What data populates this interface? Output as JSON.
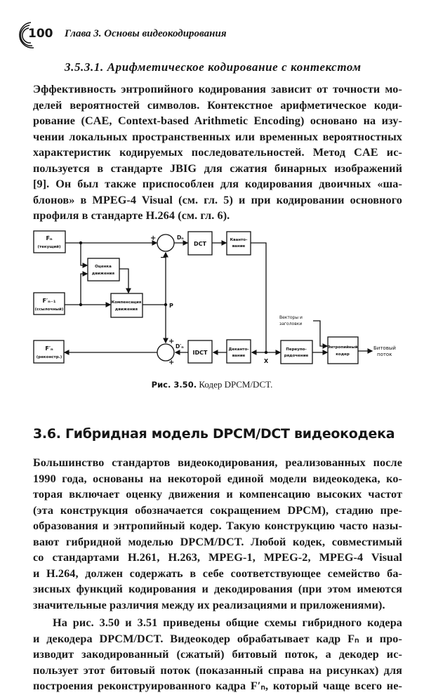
{
  "header": {
    "page_number": "100",
    "running_title": "Глава 3. Основы видеокодирования"
  },
  "subsection_title": "3.5.3.1. Арифметическое кодирование с контекстом",
  "paragraph1": [
    "Эффективность энтропийного кодирования зависит от точности мо-",
    "делей вероятностей символов. Контекстное арифметическое коди-",
    "рование (CAE, Context-based Arithmetic Encoding) основано на изу-",
    "чении локальных пространственных или временных вероятностных",
    "характеристик кодируемых последовательностей. Метод CAE ис-",
    "пользуется в стандарте JBIG для сжатия бинарных изображений",
    "[9]. Он был также приспособлен для кодирования двоичных «ша-",
    "блонов» в MPEG-4 Visual (см. гл. 5) и при кодировании основного",
    "профиля в стандарте H.264 (см. гл. 6)."
  ],
  "figure": {
    "boxes": {
      "fn_current": [
        "Fₙ",
        "(текущий)"
      ],
      "fn_reference": [
        "F′ₙ₋₁",
        "(ссылочный)"
      ],
      "fn_reconstructed": [
        "F′ₙ",
        "(реконстр.)"
      ],
      "motion_estimation": [
        "Оценка",
        "движения"
      ],
      "motion_compensation": [
        "Компенсация",
        "движения"
      ],
      "dct": "DCT",
      "idct": "IDCT",
      "quantization": [
        "Кванто-",
        "вание"
      ],
      "dequantization": [
        "Деканто-",
        "вание"
      ],
      "reorder": [
        "Переупо-",
        "рядочение"
      ],
      "entropy_coder": [
        "Энтропийный",
        "кодер"
      ]
    },
    "labels": {
      "dn": "Dₙ",
      "dn_prime": "D′ₙ",
      "p": "P",
      "x": "X",
      "plus": "+",
      "minus": "−",
      "vectors_headers": [
        "Векторы и",
        "заголовки"
      ],
      "bitstream": [
        "Битовый",
        "поток"
      ]
    },
    "caption_number": "Рис. 3.50.",
    "caption_text": "Кодер DPCM/DCT."
  },
  "section_title": "3.6. Гибридная модель DPCM/DCT видеокодека",
  "paragraph2": [
    "Большинство стандартов видеокодирования, реализованных после",
    "1990 года, основаны на некоторой единой модели видеокодека, ко-",
    "торая включает оценку движения и компенсацию высоких частот",
    "(эта конструкция обозначается сокращением DPCM), стадию пре-",
    "образования и энтропийный кодер. Такую конструкцию часто назы-",
    "вают гибридной моделью DPCM/DCT. Любой кодек, совместимый",
    "со стандартами H.261, H.263, MPEG-1, MPEG-2, MPEG-4 Visual",
    "и H.264, должен содержать в себе соответствующее семейство ба-",
    "зисных функций кодирования и декодирования (при этом имеются",
    "значительные различия между их реализациями и приложениями)."
  ],
  "paragraph3": [
    "На рис. 3.50 и 3.51 приведены общие схемы гибридного кодера",
    "и декодера DPCM/DCT. Видеокодер обрабатывает кадр Fₙ и про-",
    "изводит закодированный (сжатый) битовый поток, а декодер ис-",
    "пользует этот битовый поток (показанный справа на рисунках) для",
    "построения реконструированного кадра F′ₙ, который чаще всего не-"
  ]
}
